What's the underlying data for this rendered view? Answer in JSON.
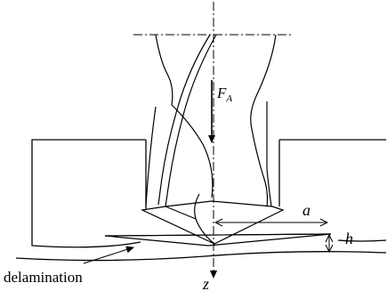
{
  "diagram": {
    "labels": {
      "force": "F",
      "force_subscript": "A",
      "radius": "a",
      "thickness": "h",
      "axis": "z",
      "delamination": "delamination"
    }
  }
}
